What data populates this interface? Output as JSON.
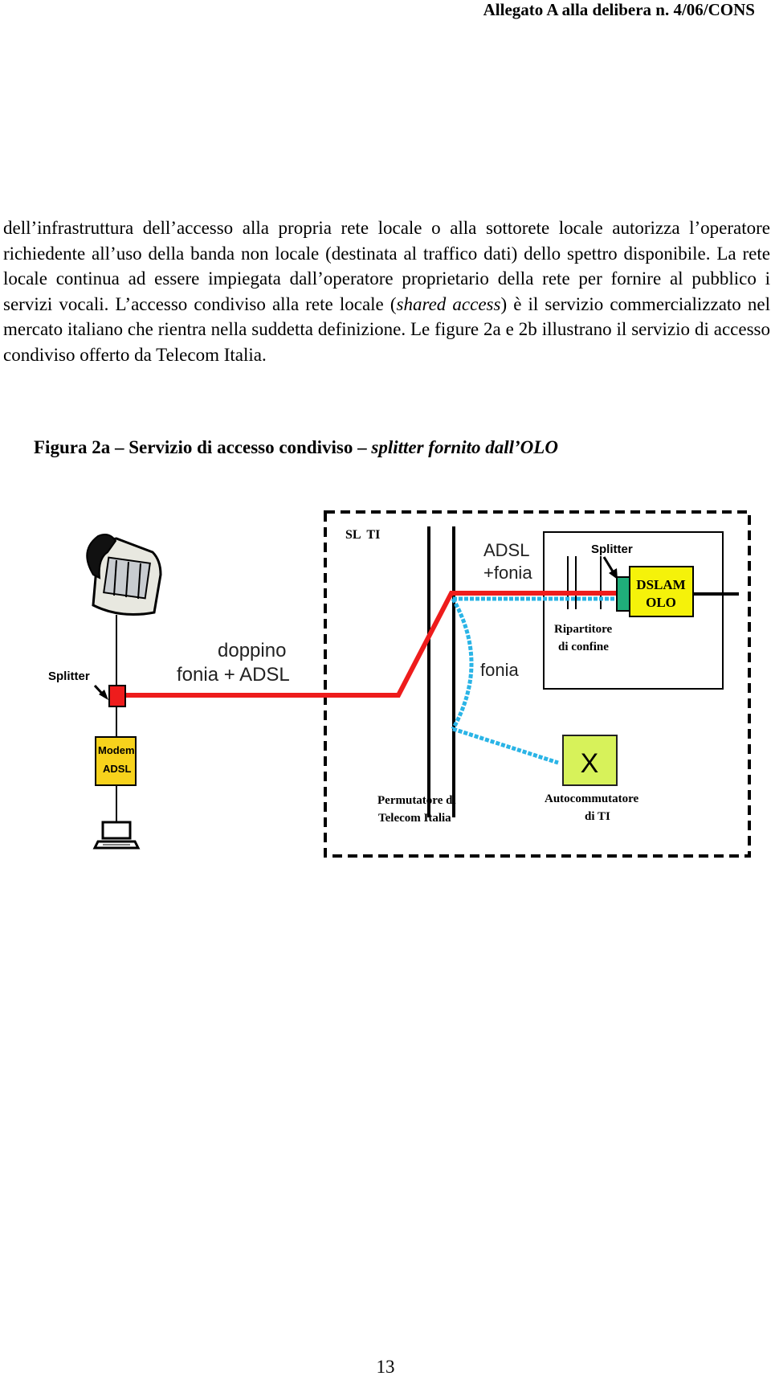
{
  "header": {
    "text": "Allegato A alla delibera n. 4/06/CONS"
  },
  "body": {
    "p1": "dell’infrastruttura dell’accesso alla propria rete locale o alla sottorete locale autorizza l’operatore richiedente all’uso della banda non locale (destinata al traffico dati) dello spettro disponibile. La rete locale continua ad essere impiegata dall’operatore proprietario della rete per fornire al pubblico i servizi vocali. L’accesso condiviso alla rete locale (",
    "p1_italic": "shared access",
    "p1_end": ") è il servizio commercializzato nel mercato italiano che rientra nella suddetta definizione. Le figure 2a e 2b illustrano il servizio di accesso condiviso offerto da Telecom Italia."
  },
  "caption": {
    "bold": "Figura 2a – Servizio di accesso condiviso – ",
    "italic": "splitter fornito dall’OLO"
  },
  "figure": {
    "sl_ti": "SL  TI",
    "adsl_fonia_1": "ADSL",
    "adsl_fonia_2": "+fonia",
    "splitter_top": "Splitter",
    "dslam_1": "DSLAM",
    "dslam_2": "OLO",
    "ripartitore_1": "Ripartitore",
    "ripartitore_2": "di confine",
    "doppino_1": "doppino",
    "doppino_2": "fonia + ADSL",
    "fonia": "fonia",
    "splitter_left": "Splitter",
    "modem_1": "Modem",
    "modem_2": "ADSL",
    "permutatore_1": "Permutatore di",
    "permutatore_2": "Telecom Italia",
    "autocomm_1": "Autocommutatore",
    "autocomm_2": "di TI",
    "colors": {
      "line_red": "#ee1c1c",
      "line_cyan": "#2ab4e6",
      "dslam_yellow": "#f5f20a",
      "splitter_green": "#1fae7a",
      "switch_green": "#d7f25a",
      "modem_yellow": "#f7d21c"
    }
  },
  "page_number": "13"
}
